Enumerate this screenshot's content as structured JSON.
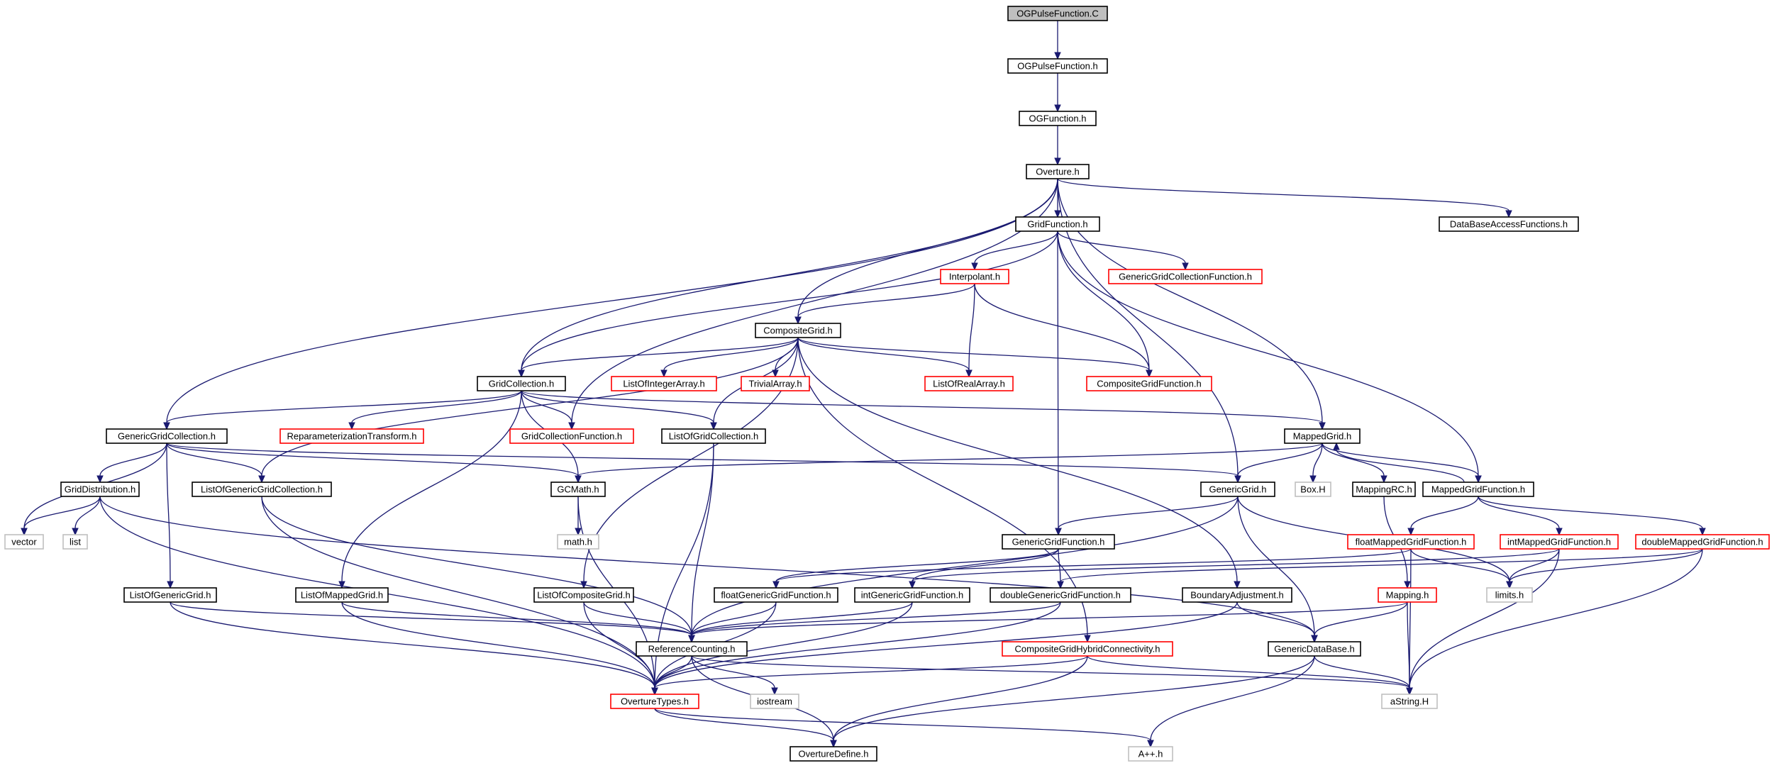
{
  "colors": {
    "edge": "#191970",
    "normal_border": "#000000",
    "missing_border": "#ff0000",
    "external_border": "#bfbfbf",
    "root_fill": "#bfbfbf",
    "fill": "#ffffff"
  },
  "nodes": [
    {
      "id": "n0",
      "label": "OGPulseFunction.C",
      "kind": "root"
    },
    {
      "id": "n1",
      "label": "OGPulseFunction.h",
      "kind": "normal"
    },
    {
      "id": "n2",
      "label": "OGFunction.h",
      "kind": "normal"
    },
    {
      "id": "n3",
      "label": "Overture.h",
      "kind": "normal"
    },
    {
      "id": "n4",
      "label": "GridFunction.h",
      "kind": "normal"
    },
    {
      "id": "n5",
      "label": "DataBaseAccessFunctions.h",
      "kind": "normal"
    },
    {
      "id": "n6",
      "label": "Interpolant.h",
      "kind": "missing"
    },
    {
      "id": "n7",
      "label": "GenericGridCollectionFunction.h",
      "kind": "missing"
    },
    {
      "id": "n8",
      "label": "CompositeGrid.h",
      "kind": "normal"
    },
    {
      "id": "n9",
      "label": "GridCollection.h",
      "kind": "normal"
    },
    {
      "id": "n10",
      "label": "ListOfIntegerArray.h",
      "kind": "missing"
    },
    {
      "id": "n11",
      "label": "TrivialArray.h",
      "kind": "missing"
    },
    {
      "id": "n12",
      "label": "ListOfRealArray.h",
      "kind": "missing"
    },
    {
      "id": "n13",
      "label": "CompositeGridFunction.h",
      "kind": "missing"
    },
    {
      "id": "n14",
      "label": "GenericGridCollection.h",
      "kind": "normal"
    },
    {
      "id": "n15",
      "label": "ReparameterizationTransform.h",
      "kind": "missing"
    },
    {
      "id": "n16",
      "label": "GridCollectionFunction.h",
      "kind": "missing"
    },
    {
      "id": "n17",
      "label": "ListOfGridCollection.h",
      "kind": "normal"
    },
    {
      "id": "n18",
      "label": "MappedGrid.h",
      "kind": "normal"
    },
    {
      "id": "n19",
      "label": "GridDistribution.h",
      "kind": "normal"
    },
    {
      "id": "n20",
      "label": "ListOfGenericGridCollection.h",
      "kind": "normal"
    },
    {
      "id": "n21",
      "label": "GCMath.h",
      "kind": "normal"
    },
    {
      "id": "n22",
      "label": "GenericGrid.h",
      "kind": "normal"
    },
    {
      "id": "n23",
      "label": "Box.H",
      "kind": "external"
    },
    {
      "id": "n24",
      "label": "MappingRC.h",
      "kind": "normal"
    },
    {
      "id": "n25",
      "label": "MappedGridFunction.h",
      "kind": "normal"
    },
    {
      "id": "n26",
      "label": "vector",
      "kind": "external"
    },
    {
      "id": "n27",
      "label": "list",
      "kind": "external"
    },
    {
      "id": "n28",
      "label": "math.h",
      "kind": "external"
    },
    {
      "id": "n29",
      "label": "GenericGridFunction.h",
      "kind": "normal"
    },
    {
      "id": "n30",
      "label": "floatMappedGridFunction.h",
      "kind": "missing"
    },
    {
      "id": "n31",
      "label": "intMappedGridFunction.h",
      "kind": "missing"
    },
    {
      "id": "n32",
      "label": "doubleMappedGridFunction.h",
      "kind": "missing"
    },
    {
      "id": "n33",
      "label": "ListOfGenericGrid.h",
      "kind": "normal"
    },
    {
      "id": "n34",
      "label": "ListOfMappedGrid.h",
      "kind": "normal"
    },
    {
      "id": "n35",
      "label": "ListOfCompositeGrid.h",
      "kind": "normal"
    },
    {
      "id": "n36",
      "label": "floatGenericGridFunction.h",
      "kind": "normal"
    },
    {
      "id": "n37",
      "label": "intGenericGridFunction.h",
      "kind": "normal"
    },
    {
      "id": "n38",
      "label": "doubleGenericGridFunction.h",
      "kind": "normal"
    },
    {
      "id": "n39",
      "label": "BoundaryAdjustment.h",
      "kind": "normal"
    },
    {
      "id": "n40",
      "label": "Mapping.h",
      "kind": "missing"
    },
    {
      "id": "n41",
      "label": "limits.h",
      "kind": "external"
    },
    {
      "id": "n42",
      "label": "ReferenceCounting.h",
      "kind": "normal"
    },
    {
      "id": "n43",
      "label": "CompositeGridHybridConnectivity.h",
      "kind": "missing"
    },
    {
      "id": "n44",
      "label": "GenericDataBase.h",
      "kind": "normal"
    },
    {
      "id": "n45",
      "label": "OvertureTypes.h",
      "kind": "missing"
    },
    {
      "id": "n46",
      "label": "iostream",
      "kind": "external"
    },
    {
      "id": "n47",
      "label": "aString.H",
      "kind": "external"
    },
    {
      "id": "n48",
      "label": "OvertureDefine.h",
      "kind": "normal"
    },
    {
      "id": "n49",
      "label": "A++.h",
      "kind": "external"
    }
  ],
  "edges": [
    [
      "n0",
      "n1"
    ],
    [
      "n1",
      "n2"
    ],
    [
      "n2",
      "n3"
    ],
    [
      "n3",
      "n4"
    ],
    [
      "n3",
      "n5"
    ],
    [
      "n3",
      "n8"
    ],
    [
      "n3",
      "n9"
    ],
    [
      "n3",
      "n14"
    ],
    [
      "n3",
      "n16"
    ],
    [
      "n3",
      "n18"
    ],
    [
      "n3",
      "n22"
    ],
    [
      "n4",
      "n6"
    ],
    [
      "n4",
      "n7"
    ],
    [
      "n4",
      "n9"
    ],
    [
      "n4",
      "n13"
    ],
    [
      "n4",
      "n25"
    ],
    [
      "n4",
      "n29"
    ],
    [
      "n6",
      "n8"
    ],
    [
      "n6",
      "n12"
    ],
    [
      "n6",
      "n13"
    ],
    [
      "n8",
      "n9"
    ],
    [
      "n8",
      "n10"
    ],
    [
      "n8",
      "n11"
    ],
    [
      "n8",
      "n12"
    ],
    [
      "n8",
      "n13"
    ],
    [
      "n8",
      "n17"
    ],
    [
      "n8",
      "n20"
    ],
    [
      "n8",
      "n35"
    ],
    [
      "n8",
      "n39"
    ],
    [
      "n8",
      "n43"
    ],
    [
      "n9",
      "n14"
    ],
    [
      "n9",
      "n15"
    ],
    [
      "n9",
      "n16"
    ],
    [
      "n9",
      "n17"
    ],
    [
      "n9",
      "n18"
    ],
    [
      "n9",
      "n21"
    ],
    [
      "n9",
      "n34"
    ],
    [
      "n14",
      "n19"
    ],
    [
      "n14",
      "n20"
    ],
    [
      "n14",
      "n21"
    ],
    [
      "n14",
      "n22"
    ],
    [
      "n14",
      "n26"
    ],
    [
      "n14",
      "n33"
    ],
    [
      "n17",
      "n42"
    ],
    [
      "n17",
      "n45"
    ],
    [
      "n18",
      "n21"
    ],
    [
      "n18",
      "n22"
    ],
    [
      "n18",
      "n23"
    ],
    [
      "n18",
      "n24"
    ],
    [
      "n18",
      "n25"
    ],
    [
      "n25",
      "n18"
    ],
    [
      "n25",
      "n30"
    ],
    [
      "n25",
      "n31"
    ],
    [
      "n25",
      "n32"
    ],
    [
      "n19",
      "n26"
    ],
    [
      "n19",
      "n27"
    ],
    [
      "n19",
      "n44"
    ],
    [
      "n19",
      "n45"
    ],
    [
      "n20",
      "n42"
    ],
    [
      "n20",
      "n45"
    ],
    [
      "n21",
      "n28"
    ],
    [
      "n21",
      "n45"
    ],
    [
      "n22",
      "n29"
    ],
    [
      "n22",
      "n42"
    ],
    [
      "n22",
      "n44"
    ],
    [
      "n22",
      "n41"
    ],
    [
      "n24",
      "n40"
    ],
    [
      "n29",
      "n36"
    ],
    [
      "n29",
      "n37"
    ],
    [
      "n29",
      "n38"
    ],
    [
      "n30",
      "n36"
    ],
    [
      "n30",
      "n41"
    ],
    [
      "n30",
      "n47"
    ],
    [
      "n31",
      "n37"
    ],
    [
      "n31",
      "n41"
    ],
    [
      "n31",
      "n47"
    ],
    [
      "n32",
      "n38"
    ],
    [
      "n32",
      "n41"
    ],
    [
      "n32",
      "n47"
    ],
    [
      "n33",
      "n42"
    ],
    [
      "n33",
      "n45"
    ],
    [
      "n34",
      "n42"
    ],
    [
      "n34",
      "n45"
    ],
    [
      "n35",
      "n42"
    ],
    [
      "n35",
      "n45"
    ],
    [
      "n36",
      "n42"
    ],
    [
      "n36",
      "n45"
    ],
    [
      "n37",
      "n42"
    ],
    [
      "n37",
      "n45"
    ],
    [
      "n38",
      "n42"
    ],
    [
      "n38",
      "n45"
    ],
    [
      "n39",
      "n44"
    ],
    [
      "n39",
      "n45"
    ],
    [
      "n40",
      "n42"
    ],
    [
      "n40",
      "n44"
    ],
    [
      "n40",
      "n47"
    ],
    [
      "n42",
      "n45"
    ],
    [
      "n42",
      "n46"
    ],
    [
      "n42",
      "n47"
    ],
    [
      "n42",
      "n48"
    ],
    [
      "n43",
      "n45"
    ],
    [
      "n43",
      "n47"
    ],
    [
      "n43",
      "n48"
    ],
    [
      "n44",
      "n47"
    ],
    [
      "n44",
      "n48"
    ],
    [
      "n44",
      "n49"
    ],
    [
      "n45",
      "n48"
    ],
    [
      "n45",
      "n49"
    ]
  ]
}
